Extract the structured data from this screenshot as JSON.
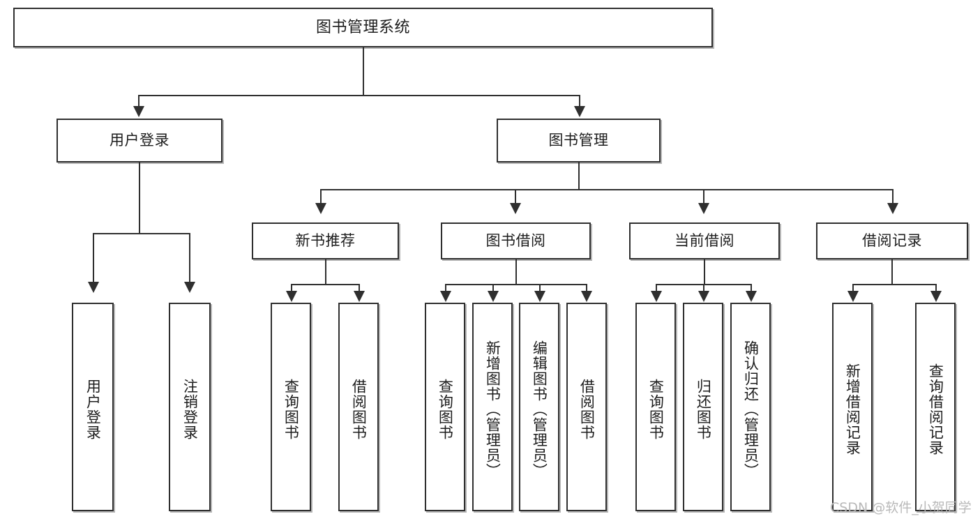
{
  "diagram": {
    "title": "图书管理系统",
    "type": "functional-structure-tree",
    "watermark": "CSDN @软件_小贺同学",
    "colors": {
      "border": "#2f2f2f",
      "background": "#ffffff",
      "text": "#1c1c1c",
      "watermark": "#b9b9b9"
    },
    "root": {
      "label": "图书管理系统"
    },
    "level1": [
      {
        "label": "用户登录"
      },
      {
        "label": "图书管理"
      }
    ],
    "level2": [
      {
        "label": "新书推荐"
      },
      {
        "label": "图书借阅"
      },
      {
        "label": "当前借阅"
      },
      {
        "label": "借阅记录"
      }
    ],
    "leaves": {
      "user_login": [
        {
          "label": "用户登录"
        },
        {
          "label": "注销登录"
        }
      ],
      "new_book_recommend": [
        {
          "label": "查询图书"
        },
        {
          "label": "借阅图书"
        }
      ],
      "book_borrow": [
        {
          "label": "查询图书"
        },
        {
          "label": "新增图书（管理员）"
        },
        {
          "label": "编辑图书（管理员）"
        },
        {
          "label": "借阅图书"
        }
      ],
      "current_borrow": [
        {
          "label": "查询图书"
        },
        {
          "label": "归还图书"
        },
        {
          "label": "确认归还（管理员）"
        }
      ],
      "borrow_record": [
        {
          "label": "新增借阅记录"
        },
        {
          "label": "查询借阅记录"
        }
      ]
    }
  }
}
